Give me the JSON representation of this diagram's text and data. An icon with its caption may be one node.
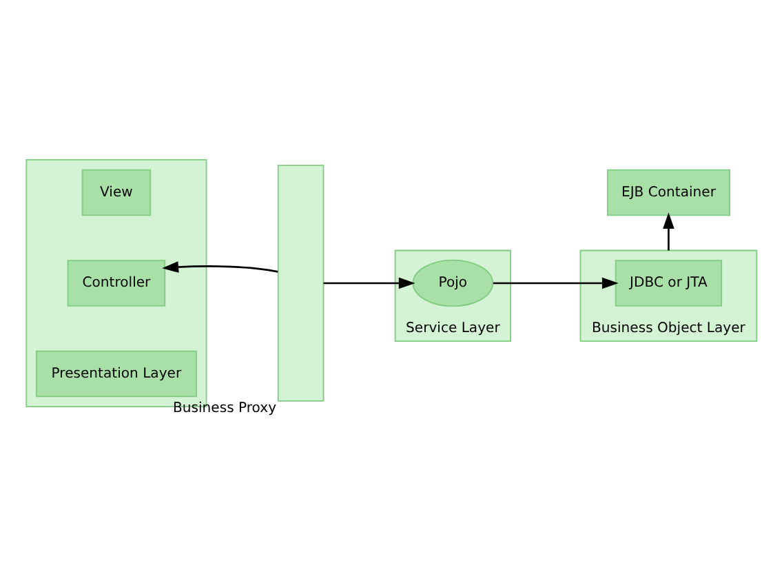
{
  "diagram": {
    "nodes": [
      {
        "text": [],
        "shape": "box"
      },
      {
        "text": [
          "View"
        ],
        "in": 0
      },
      {
        "text": [
          "Controller"
        ],
        "in": 0
      },
      {
        "text": [
          "Presentation Layer"
        ],
        "in": 0
      },
      {
        "text": [
          "Business Proxy"
        ]
      },
      {
        "text": [
          "Service Layer"
        ]
      },
      {
        "text": [
          "Pojo"
        ],
        "in": 5
      },
      {
        "text": [
          "Business Object Layer"
        ]
      },
      {
        "text": [
          "JDBC or JTA"
        ],
        "in": 7
      },
      {
        "text": [
          "EJB Container"
        ]
      }
    ],
    "edges": [
      {
        "from": 4,
        "to": 2,
        "arrow": "to"
      },
      {
        "from": 4,
        "to": 6,
        "arrow": "to"
      },
      {
        "from": 6,
        "to": 8,
        "arrow": "to"
      },
      {
        "from": 7,
        "to": 9,
        "arrow": "to"
      }
    ]
  }
}
